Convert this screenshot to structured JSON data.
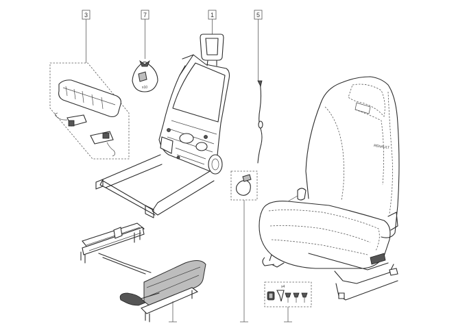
{
  "callouts": [
    {
      "label": "3"
    },
    {
      "label": "7"
    },
    {
      "label": "1"
    },
    {
      "label": "5"
    }
  ],
  "bag_text": "x10",
  "fastener_text": "x4",
  "seat_logo_text": "RENAULT"
}
